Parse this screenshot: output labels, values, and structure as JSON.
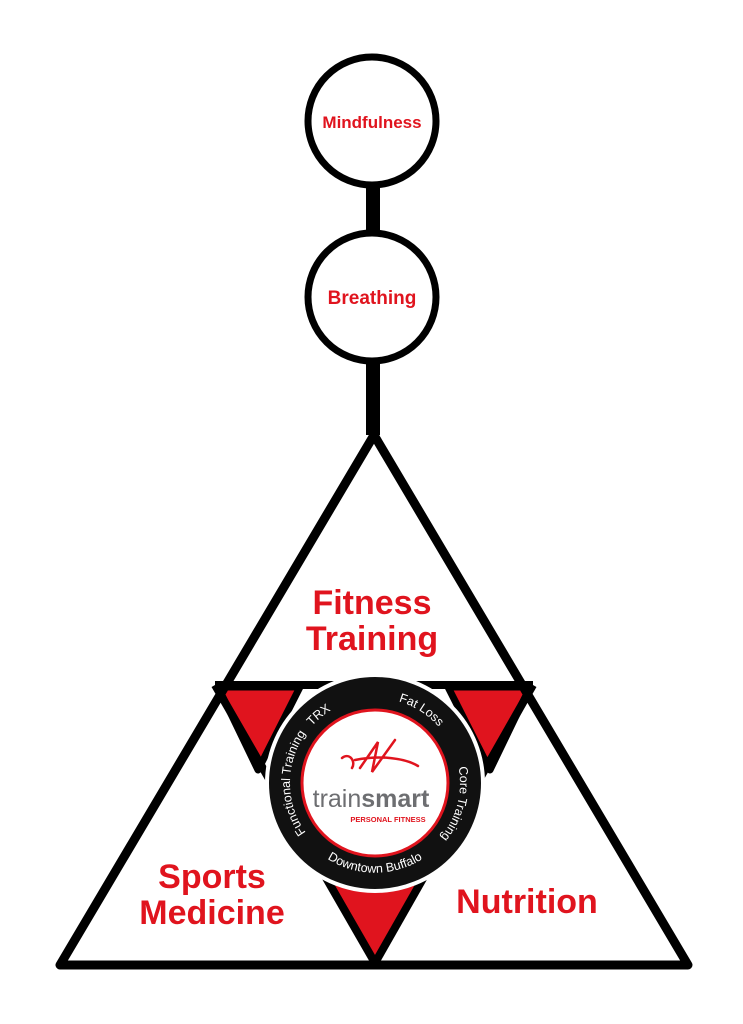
{
  "nodes": {
    "mindfulness": "Mindfulness",
    "breathing": "Breathing",
    "fitness_training": [
      "Fitness",
      "Training"
    ],
    "sports_medicine": [
      "Sports",
      "Medicine"
    ],
    "nutrition": "Nutrition"
  },
  "ring_labels": {
    "trx": "TRX",
    "fat_loss": "Fat Loss",
    "core_training": "Core Training",
    "functional_training": "Functional Training",
    "downtown_buffalo": "Downtown Buffalo"
  },
  "logo": {
    "brand_left": "train",
    "brand_right": "smart",
    "tagline": "PERSONAL FITNESS"
  },
  "colors": {
    "accent_red": "#e0141e",
    "outline": "#000000",
    "logo_gray": "#6d6e71"
  }
}
